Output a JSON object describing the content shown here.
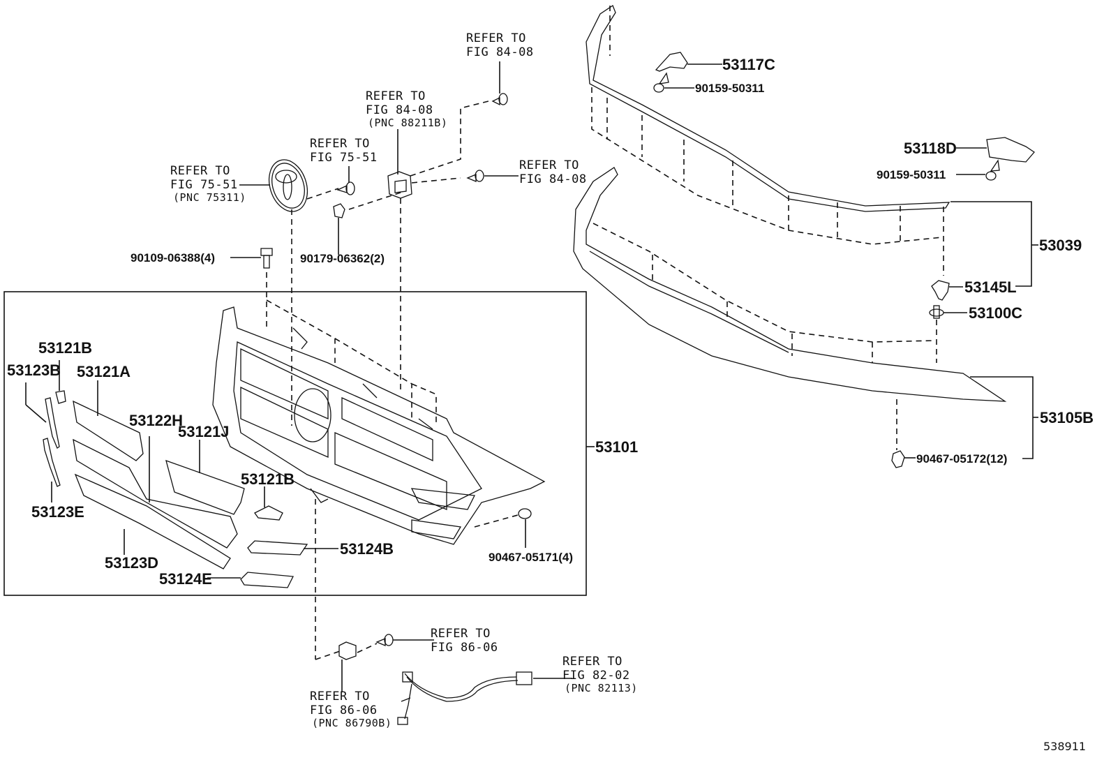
{
  "figure_id": "538911",
  "callouts": {
    "refer_fig_84_08_top": {
      "line1": "REFER TO",
      "line2": "FIG 84-08"
    },
    "refer_fig_84_08_pnc": {
      "line1": "REFER TO",
      "line2": "FIG 84-08",
      "line3": "(PNC 88211B)"
    },
    "refer_fig_75_51_screw": {
      "line1": "REFER TO",
      "line2": "FIG 75-51"
    },
    "refer_fig_75_51_emblem": {
      "line1": "REFER TO",
      "line2": "FIG 75-51",
      "line3": "(PNC 75311)"
    },
    "refer_fig_84_08_right": {
      "line1": "REFER TO",
      "line2": "FIG 84-08"
    },
    "refer_fig_86_06_screw": {
      "line1": "REFER TO",
      "line2": "FIG 86-06"
    },
    "refer_fig_86_06_pnc": {
      "line1": "REFER TO",
      "line2": "FIG 86-06",
      "line3": "(PNC 86790B)"
    },
    "refer_fig_82_02_pnc": {
      "line1": "REFER TO",
      "line2": "FIG 82-02",
      "line3": "(PNC 82113)"
    }
  },
  "parts": {
    "p90109_06388": "90109-06388(4)",
    "p90179_06362": "90179-06362(2)",
    "p53117C": "53117C",
    "p90159_50311_a": "90159-50311",
    "p53118D": "53118D",
    "p90159_50311_b": "90159-50311",
    "p53039": "53039",
    "p53145L": "53145L",
    "p53100C": "53100C",
    "p53105B": "53105B",
    "p90467_05172": "90467-05172(12)",
    "p53101": "53101",
    "p53121B_top": "53121B",
    "p53123B": "53123B",
    "p53121A": "53121A",
    "p53122H": "53122H",
    "p53121J": "53121J",
    "p53121B_mid": "53121B",
    "p53123E": "53123E",
    "p53123D": "53123D",
    "p53124B": "53124B",
    "p53124E": "53124E",
    "p90467_05171": "90467-05171(4)"
  }
}
